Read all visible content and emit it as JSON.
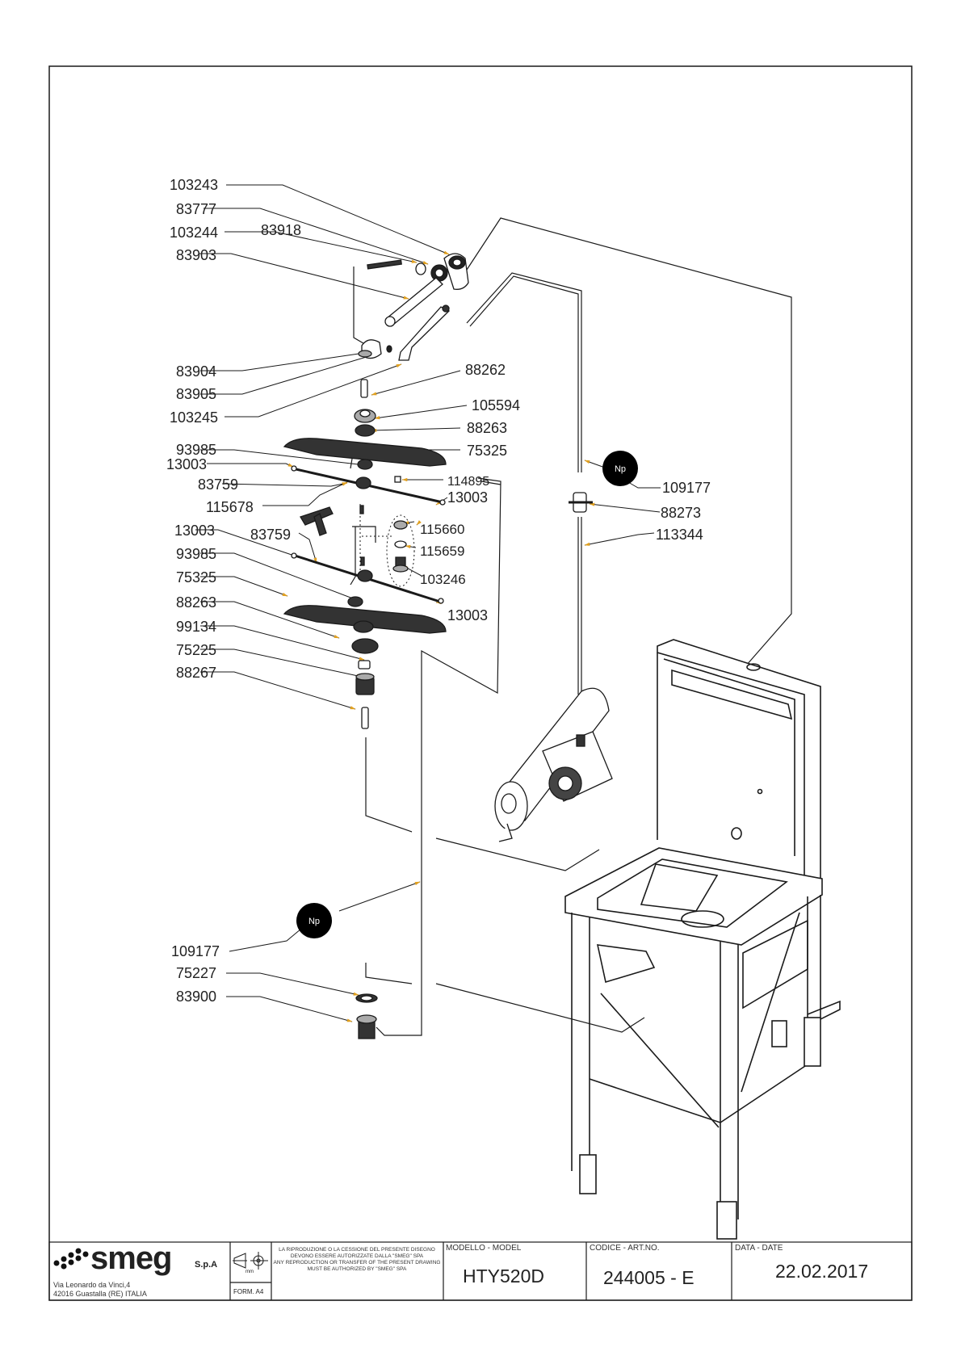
{
  "labels": [
    {
      "id": "103243-top",
      "text": "103243"
    },
    {
      "id": "83777",
      "text": "83777"
    },
    {
      "id": "103244",
      "text": "103244"
    },
    {
      "id": "83918",
      "text": "83918"
    },
    {
      "id": "83903",
      "text": "83903"
    },
    {
      "id": "83904",
      "text": "83904"
    },
    {
      "id": "83905",
      "text": "83905"
    },
    {
      "id": "103245",
      "text": "103245"
    },
    {
      "id": "88262",
      "text": "88262"
    },
    {
      "id": "105594",
      "text": "105594"
    },
    {
      "id": "88263-upper",
      "text": "88263"
    },
    {
      "id": "75325-upper",
      "text": "75325"
    },
    {
      "id": "93985-upper",
      "text": "93985"
    },
    {
      "id": "13003-a",
      "text": "13003"
    },
    {
      "id": "83759-a",
      "text": "83759"
    },
    {
      "id": "114895",
      "text": "114895"
    },
    {
      "id": "13003-b",
      "text": "13003"
    },
    {
      "id": "115678",
      "text": "115678"
    },
    {
      "id": "115660",
      "text": "115660"
    },
    {
      "id": "13003-c",
      "text": "13003"
    },
    {
      "id": "83759-b",
      "text": "83759"
    },
    {
      "id": "115659",
      "text": "115659"
    },
    {
      "id": "93985-lower",
      "text": "93985"
    },
    {
      "id": "103246",
      "text": "103246"
    },
    {
      "id": "75325-lower",
      "text": "75325"
    },
    {
      "id": "13003-d",
      "text": "13003"
    },
    {
      "id": "88263-lower",
      "text": "88263"
    },
    {
      "id": "99134",
      "text": "99134"
    },
    {
      "id": "75225",
      "text": "75225"
    },
    {
      "id": "88267",
      "text": "88267"
    },
    {
      "id": "109177-right",
      "text": "109177"
    },
    {
      "id": "88273",
      "text": "88273"
    },
    {
      "id": "113344",
      "text": "113344"
    },
    {
      "id": "109177-left",
      "text": "109177"
    },
    {
      "id": "75227",
      "text": "75227"
    },
    {
      "id": "83900",
      "text": "83900"
    }
  ],
  "badges": {
    "np_upper": "Np",
    "np_lower": "Np"
  },
  "title_block": {
    "brand": "smeg",
    "brand_suffix": "S.p.A",
    "address_line1": "Via Leonardo da Vinci,4",
    "address_line2": "42016  Guastalla (RE) ITALIA",
    "format_label": "FORM. A4",
    "projection_unit": "mm",
    "legal_it": "LA RIPRODUZIONE O LA CESSIONE DEL PRESENTE DISEGNO DEVONO ESSERE AUTORIZZATE DALLA \"SMEG\" SPA",
    "legal_en": "ANY REPRODUCTION OR TRANSFER OF THE PRESENT DRAWING MUST BE AUTHORIZED BY \"SMEG\" SPA",
    "model_header": "MODELLO - MODEL",
    "model_value": "HTY520D",
    "code_header": "CODICE - ART.NO.",
    "code_value": "244005 - E",
    "date_header": "DATA - DATE",
    "date_value": "22.02.2017"
  },
  "colors": {
    "line": "#1a1a1a",
    "arrow": "#e0a020",
    "badge": "#000000"
  }
}
